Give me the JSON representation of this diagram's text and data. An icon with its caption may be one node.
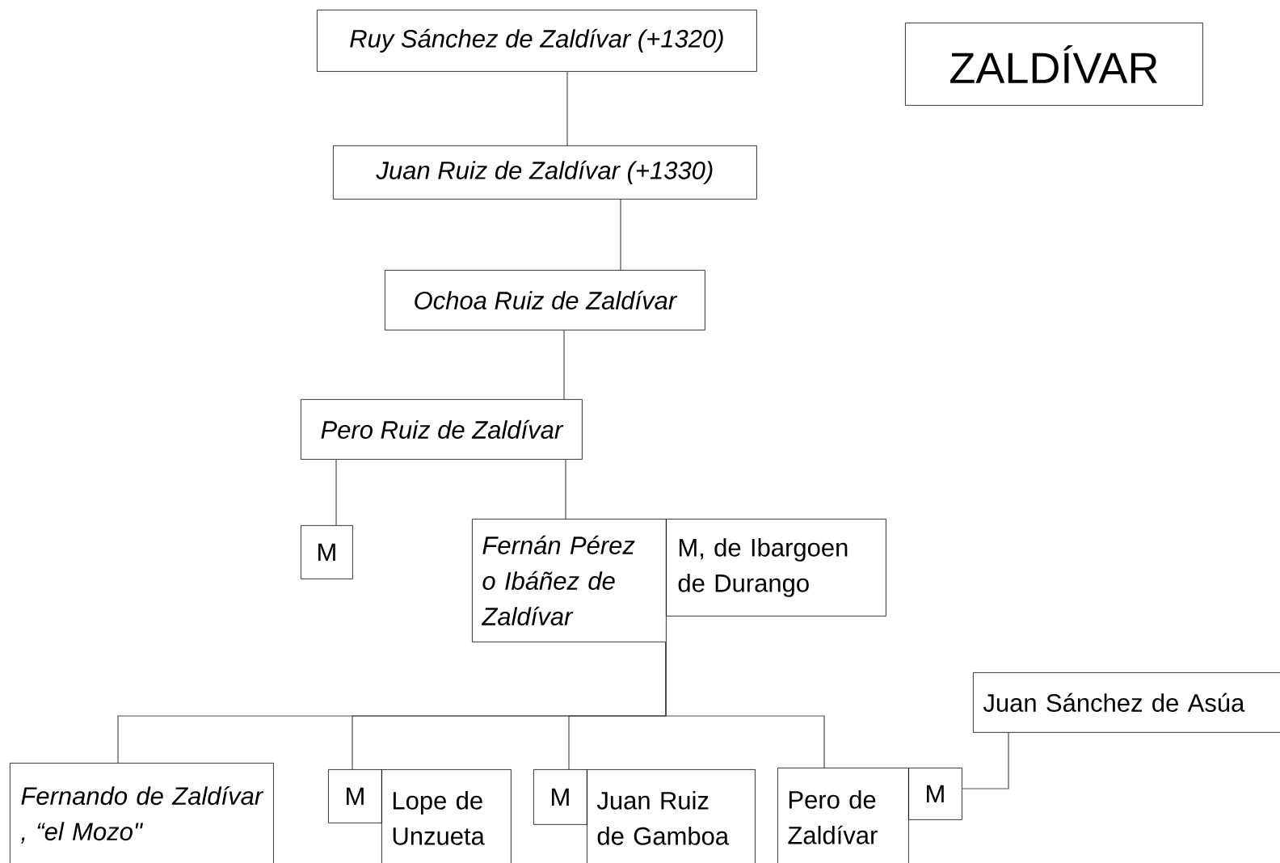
{
  "diagram": {
    "nodes": [
      {
        "text": [
          "Ruy Sánchez de Zaldívar (+1320)"
        ]
      },
      {
        "text": [
          "ZALDÍVAR"
        ]
      },
      {
        "text": [
          "Juan Ruiz de Zaldívar (+1330)"
        ]
      },
      {
        "text": [
          "Ochoa Ruiz de Zaldívar"
        ]
      },
      {
        "text": [
          "Pero Ruiz de Zaldívar"
        ]
      },
      {
        "text": [
          "M"
        ]
      },
      {
        "text": [
          "Fernán Pérez o Ibáñez de Zaldívar"
        ]
      },
      {
        "text": [
          "M, de Ibargoen de Durango"
        ]
      },
      {
        "text": [
          "Juan Sánchez de Asúa"
        ]
      },
      {
        "text": [
          "Fernando de Zaldívar , “el Mozo\""
        ]
      },
      {
        "text": [
          "M"
        ]
      },
      {
        "text": [
          "Lope de Unzueta"
        ]
      },
      {
        "text": [
          "M"
        ]
      },
      {
        "text": [
          "Juan Ruiz de Gamboa"
        ]
      },
      {
        "text": [
          "Pero de Zaldívar"
        ]
      },
      {
        "text": [
          "M"
        ]
      }
    ],
    "edges": [
      {
        "from": 0,
        "to": 2,
        "arrow": "none"
      },
      {
        "from": 2,
        "to": 3,
        "arrow": "none"
      },
      {
        "from": 3,
        "to": 4,
        "arrow": "none"
      },
      {
        "from": 4,
        "to": 5,
        "arrow": "none"
      },
      {
        "from": 4,
        "to": 6,
        "arrow": "none"
      },
      {
        "from": 6,
        "to": 9,
        "arrow": "none"
      },
      {
        "from": 6,
        "to": 10,
        "arrow": "none"
      },
      {
        "from": 6,
        "to": 12,
        "arrow": "none"
      },
      {
        "from": 6,
        "to": 14,
        "arrow": "none"
      },
      {
        "from": 8,
        "to": 15,
        "arrow": "none"
      }
    ]
  }
}
